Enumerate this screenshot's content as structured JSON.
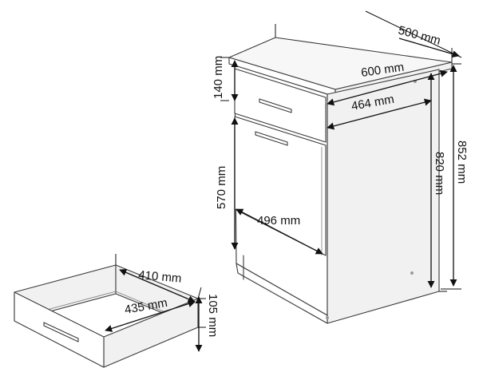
{
  "dimensions": {
    "depth": "500 mm",
    "width": "600 mm",
    "drawer_front_height": "140 mm",
    "inner_width": "464 mm",
    "door_height": "570 mm",
    "door_width": "496 mm",
    "cabinet_height": "820 mm",
    "total_height": "852 mm",
    "drawer_depth": "410 mm",
    "drawer_width": "435 mm",
    "drawer_height": "105 mm"
  },
  "colors": {
    "line": "#3a3a3a",
    "dimension": "#111111",
    "background": "#ffffff"
  }
}
